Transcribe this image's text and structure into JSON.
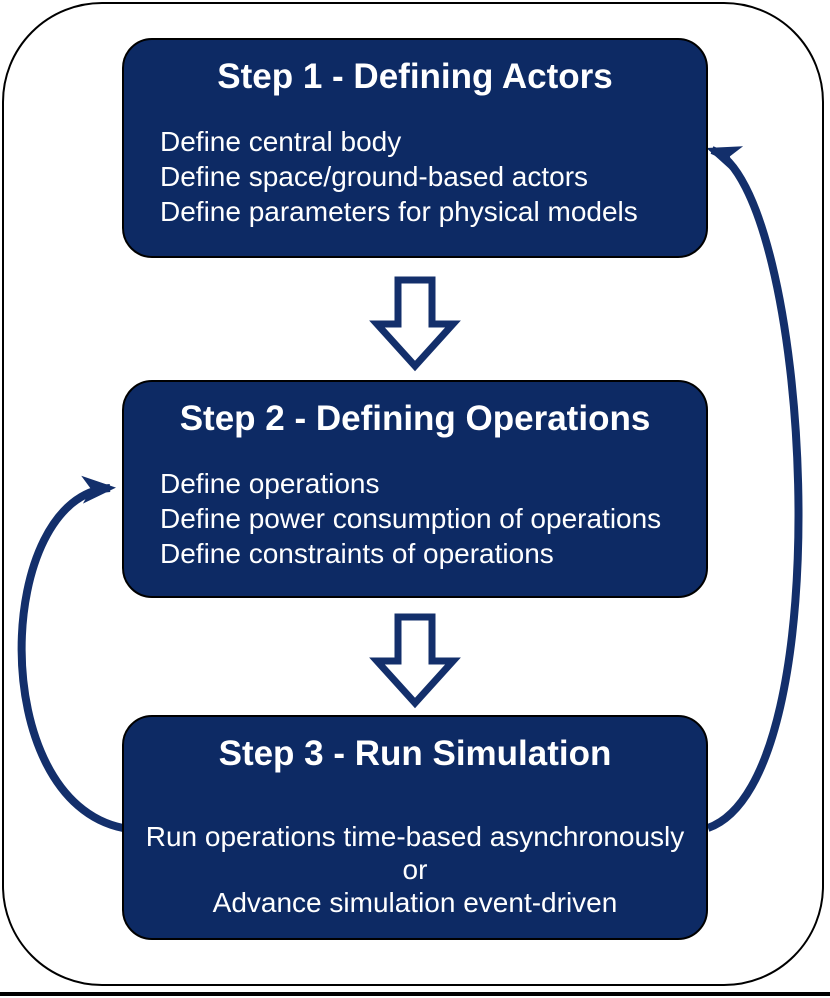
{
  "diagram": {
    "type": "flowchart",
    "colors": {
      "box_fill": "#0d2a64",
      "box_border": "#000000",
      "arrow": "#132f6b",
      "text": "#ffffff",
      "background": "#ffffff"
    },
    "steps": [
      {
        "title": "Step 1 - Defining Actors",
        "lines": [
          "Define central body",
          "Define space/ground-based actors",
          "Define parameters for physical models"
        ],
        "align": "left"
      },
      {
        "title": "Step 2 - Defining Operations",
        "lines": [
          "Define operations",
          "Define power consumption of operations",
          "Define constraints of operations"
        ],
        "align": "left"
      },
      {
        "title": "Step 3 - Run Simulation",
        "lines": [
          "Run operations time-based asynchronously",
          "or",
          "Advance simulation event-driven"
        ],
        "align": "center"
      }
    ],
    "connectors": [
      {
        "name": "down-block-arrow-step1-step2",
        "from": "step-1",
        "to": "step-2",
        "style": "hollow-block-down-arrow"
      },
      {
        "name": "down-block-arrow-step2-step3",
        "from": "step-2",
        "to": "step-3",
        "style": "hollow-block-down-arrow"
      },
      {
        "name": "feedback-arrow-left",
        "from": "step-3",
        "to": "step-2",
        "style": "curved-solid-arrow"
      },
      {
        "name": "feedback-arrow-right",
        "from": "step-3",
        "to": "step-1",
        "style": "curved-solid-arrow"
      }
    ]
  }
}
